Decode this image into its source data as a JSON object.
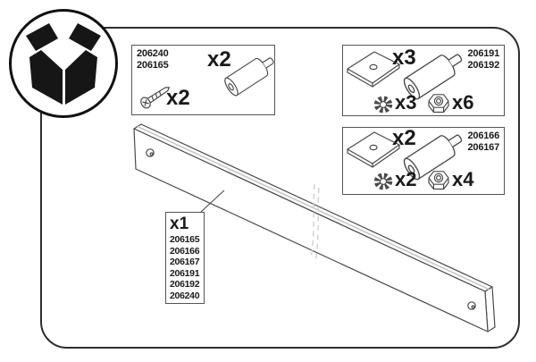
{
  "badge": {
    "icon": "open-box"
  },
  "box_a": {
    "part_numbers": [
      "206240",
      "206165"
    ],
    "screw_qty": "x2",
    "standoff_qty": "x2"
  },
  "box_b": {
    "part_numbers": [
      "206191",
      "206192"
    ],
    "plate_standoff_qty": "x3",
    "washer_qty": "x3",
    "nut_qty": "x6"
  },
  "box_c": {
    "part_numbers": [
      "206166",
      "206167"
    ],
    "plate_standoff_qty": "x2",
    "washer_qty": "x2",
    "nut_qty": "x4"
  },
  "bar_callout": {
    "qty": "x1",
    "part_numbers": [
      "206165",
      "206166",
      "206167",
      "206191",
      "206192",
      "206240"
    ]
  },
  "icons": {
    "badge": "open-box-icon",
    "hardware": [
      "screw-icon",
      "standoff-icon",
      "plate-icon",
      "lock-washer-icon",
      "hex-nut-icon"
    ],
    "main_part": "mounting-bar"
  },
  "colors": {
    "line": "#4a4a4a",
    "light_line": "#c8c8c8",
    "ink": "#1a1a1a",
    "background": "#ffffff"
  }
}
